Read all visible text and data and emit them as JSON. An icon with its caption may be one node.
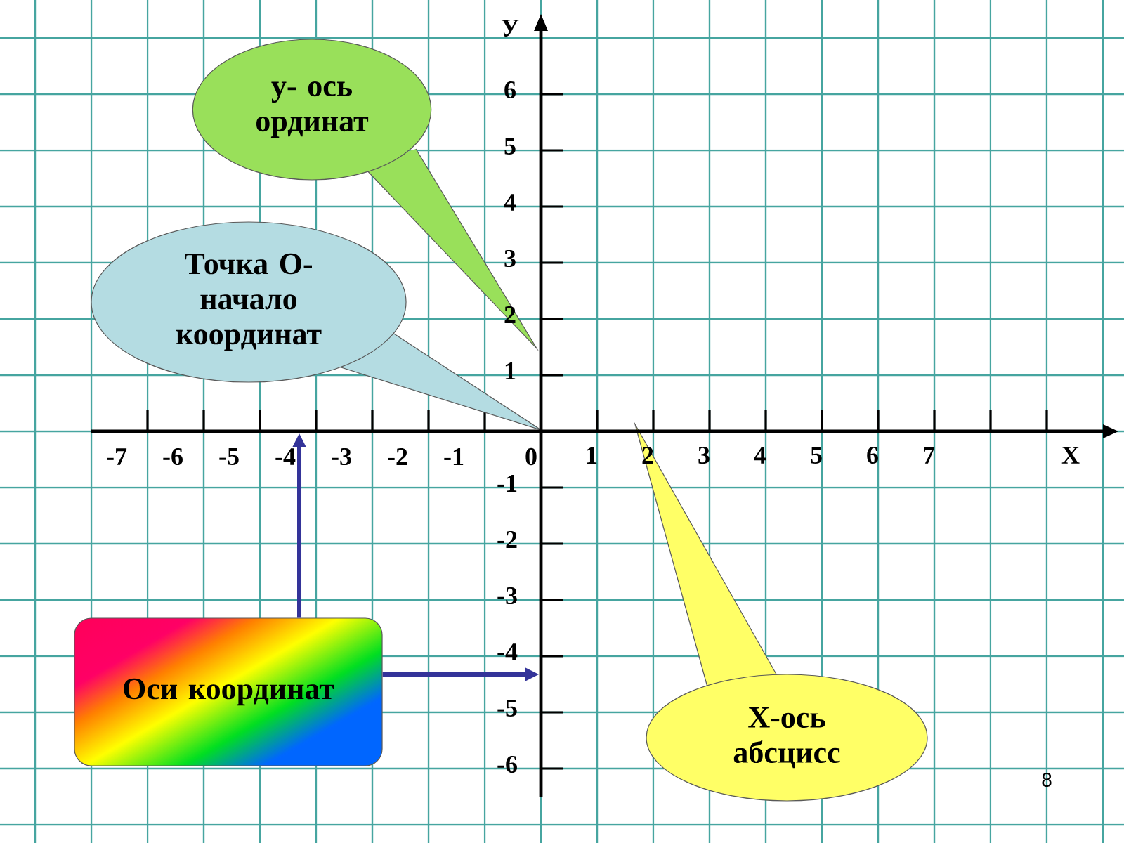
{
  "diagram": {
    "nodes": [
      {
        "text": [
          "у- ось ординат"
        ]
      },
      {
        "text": [
          "Точка О- начало координат"
        ]
      },
      {
        "text": [
          "Оси координат"
        ]
      },
      {
        "text": [
          "Х-ось абсцисс"
        ]
      },
      {
        "text": [],
        "shape": "arrow"
      },
      {
        "text": [],
        "shape": "arrow"
      }
    ],
    "edges": [
      {
        "from": 2,
        "to": 4,
        "arrow": "to",
        "color": "#333399"
      },
      {
        "from": 2,
        "to": 5,
        "arrow": "to",
        "color": "#333399"
      }
    ],
    "labels": [
      "У",
      "6",
      "5",
      "4",
      "3",
      "2",
      "1",
      "-7",
      "-6",
      "-5",
      "-4",
      "-3",
      "-2",
      "-1",
      "0",
      "1",
      "2",
      "3",
      "4",
      "5",
      "6",
      "7",
      "Х",
      "-1",
      "-2",
      "-3",
      "-4",
      "-5",
      "-6",
      "8"
    ]
  }
}
